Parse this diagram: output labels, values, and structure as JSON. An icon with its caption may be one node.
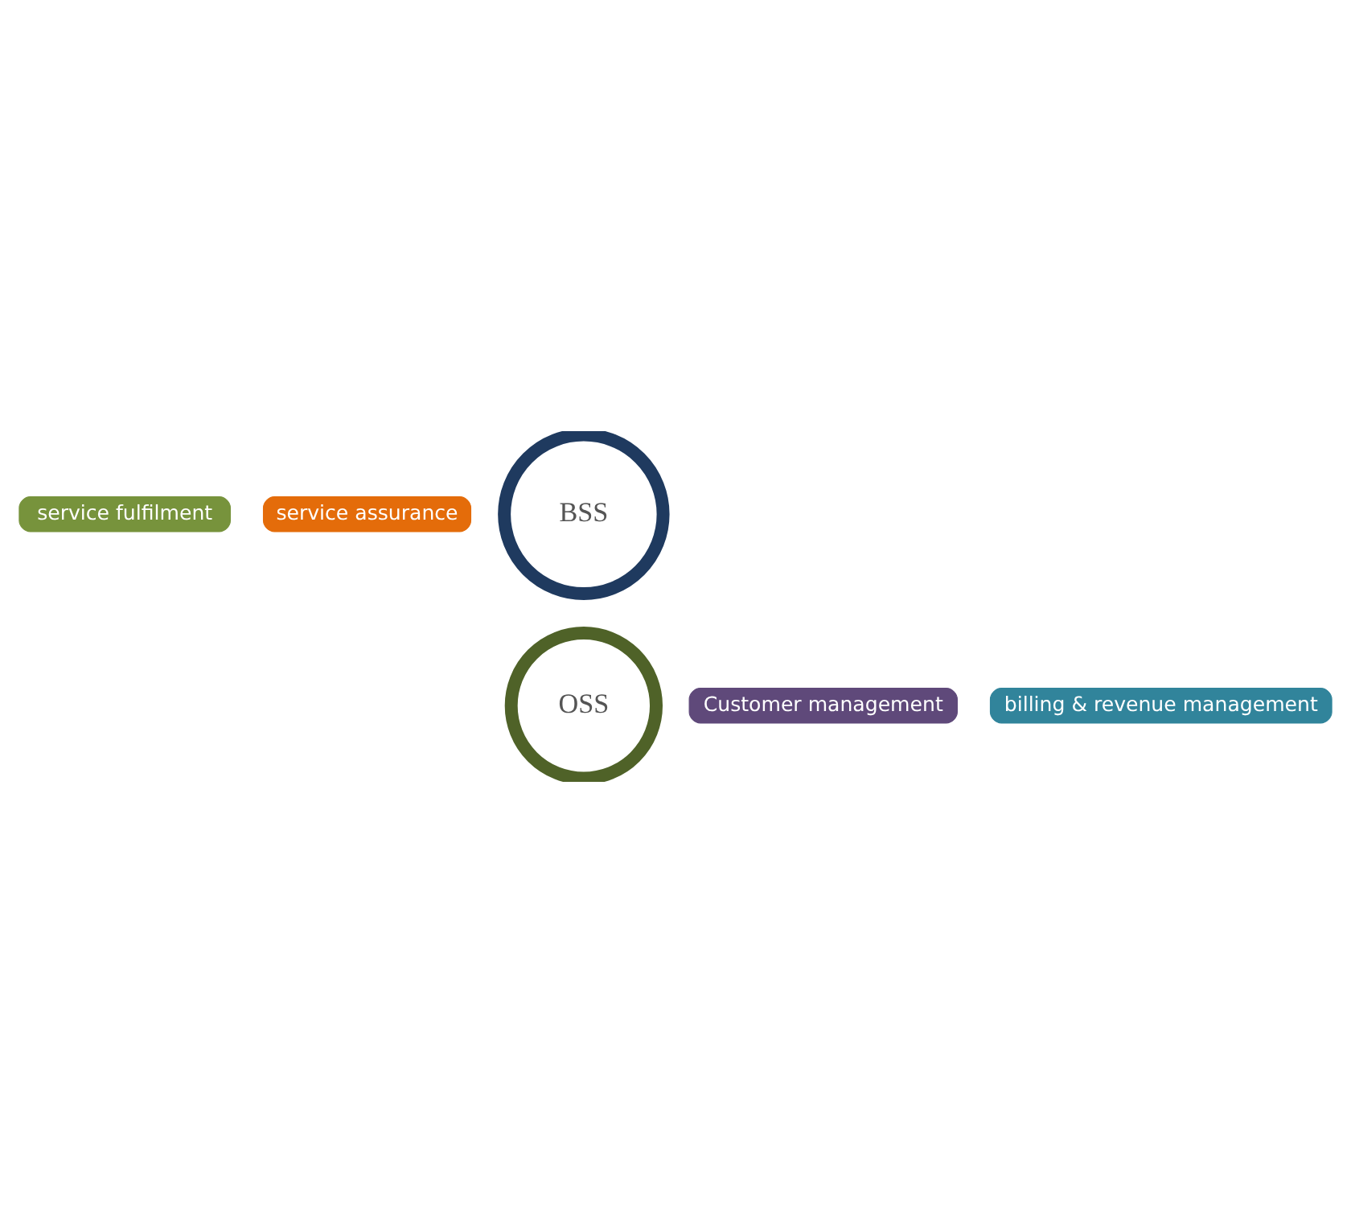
{
  "diagram": {
    "nodes": [
      {
        "text": [
          "service fulfilment"
        ]
      },
      {
        "text": [
          "service assurance"
        ]
      },
      {
        "text": [
          "BSS"
        ]
      },
      {
        "text": [
          "billing & revenue management"
        ]
      },
      {
        "text": [
          "Customer management"
        ]
      },
      {
        "text": [
          "OSS"
        ]
      }
    ]
  }
}
